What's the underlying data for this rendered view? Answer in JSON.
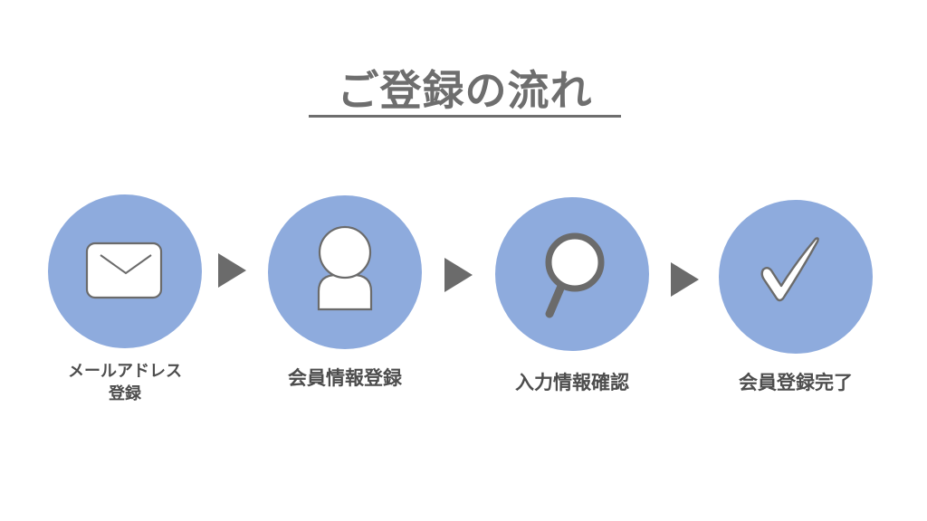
{
  "title": "ご登録の流れ",
  "colors": {
    "circle": "#8eabdd",
    "icon_stroke": "#6b6b6b",
    "icon_fill": "#ffffff",
    "arrow": "#6b6b6b",
    "title": "#6e6e6e",
    "label": "#4d4d4d"
  },
  "steps": [
    {
      "icon": "envelope-icon",
      "label_line1": "メールアドレス",
      "label_line2": "登録"
    },
    {
      "icon": "person-icon",
      "label": "会員情報登録"
    },
    {
      "icon": "magnifier-icon",
      "label": "入力情報確認"
    },
    {
      "icon": "checkmark-icon",
      "label": "会員登録完了"
    }
  ],
  "arrows": [
    "arrow-right-icon",
    "arrow-right-icon",
    "arrow-right-icon"
  ]
}
